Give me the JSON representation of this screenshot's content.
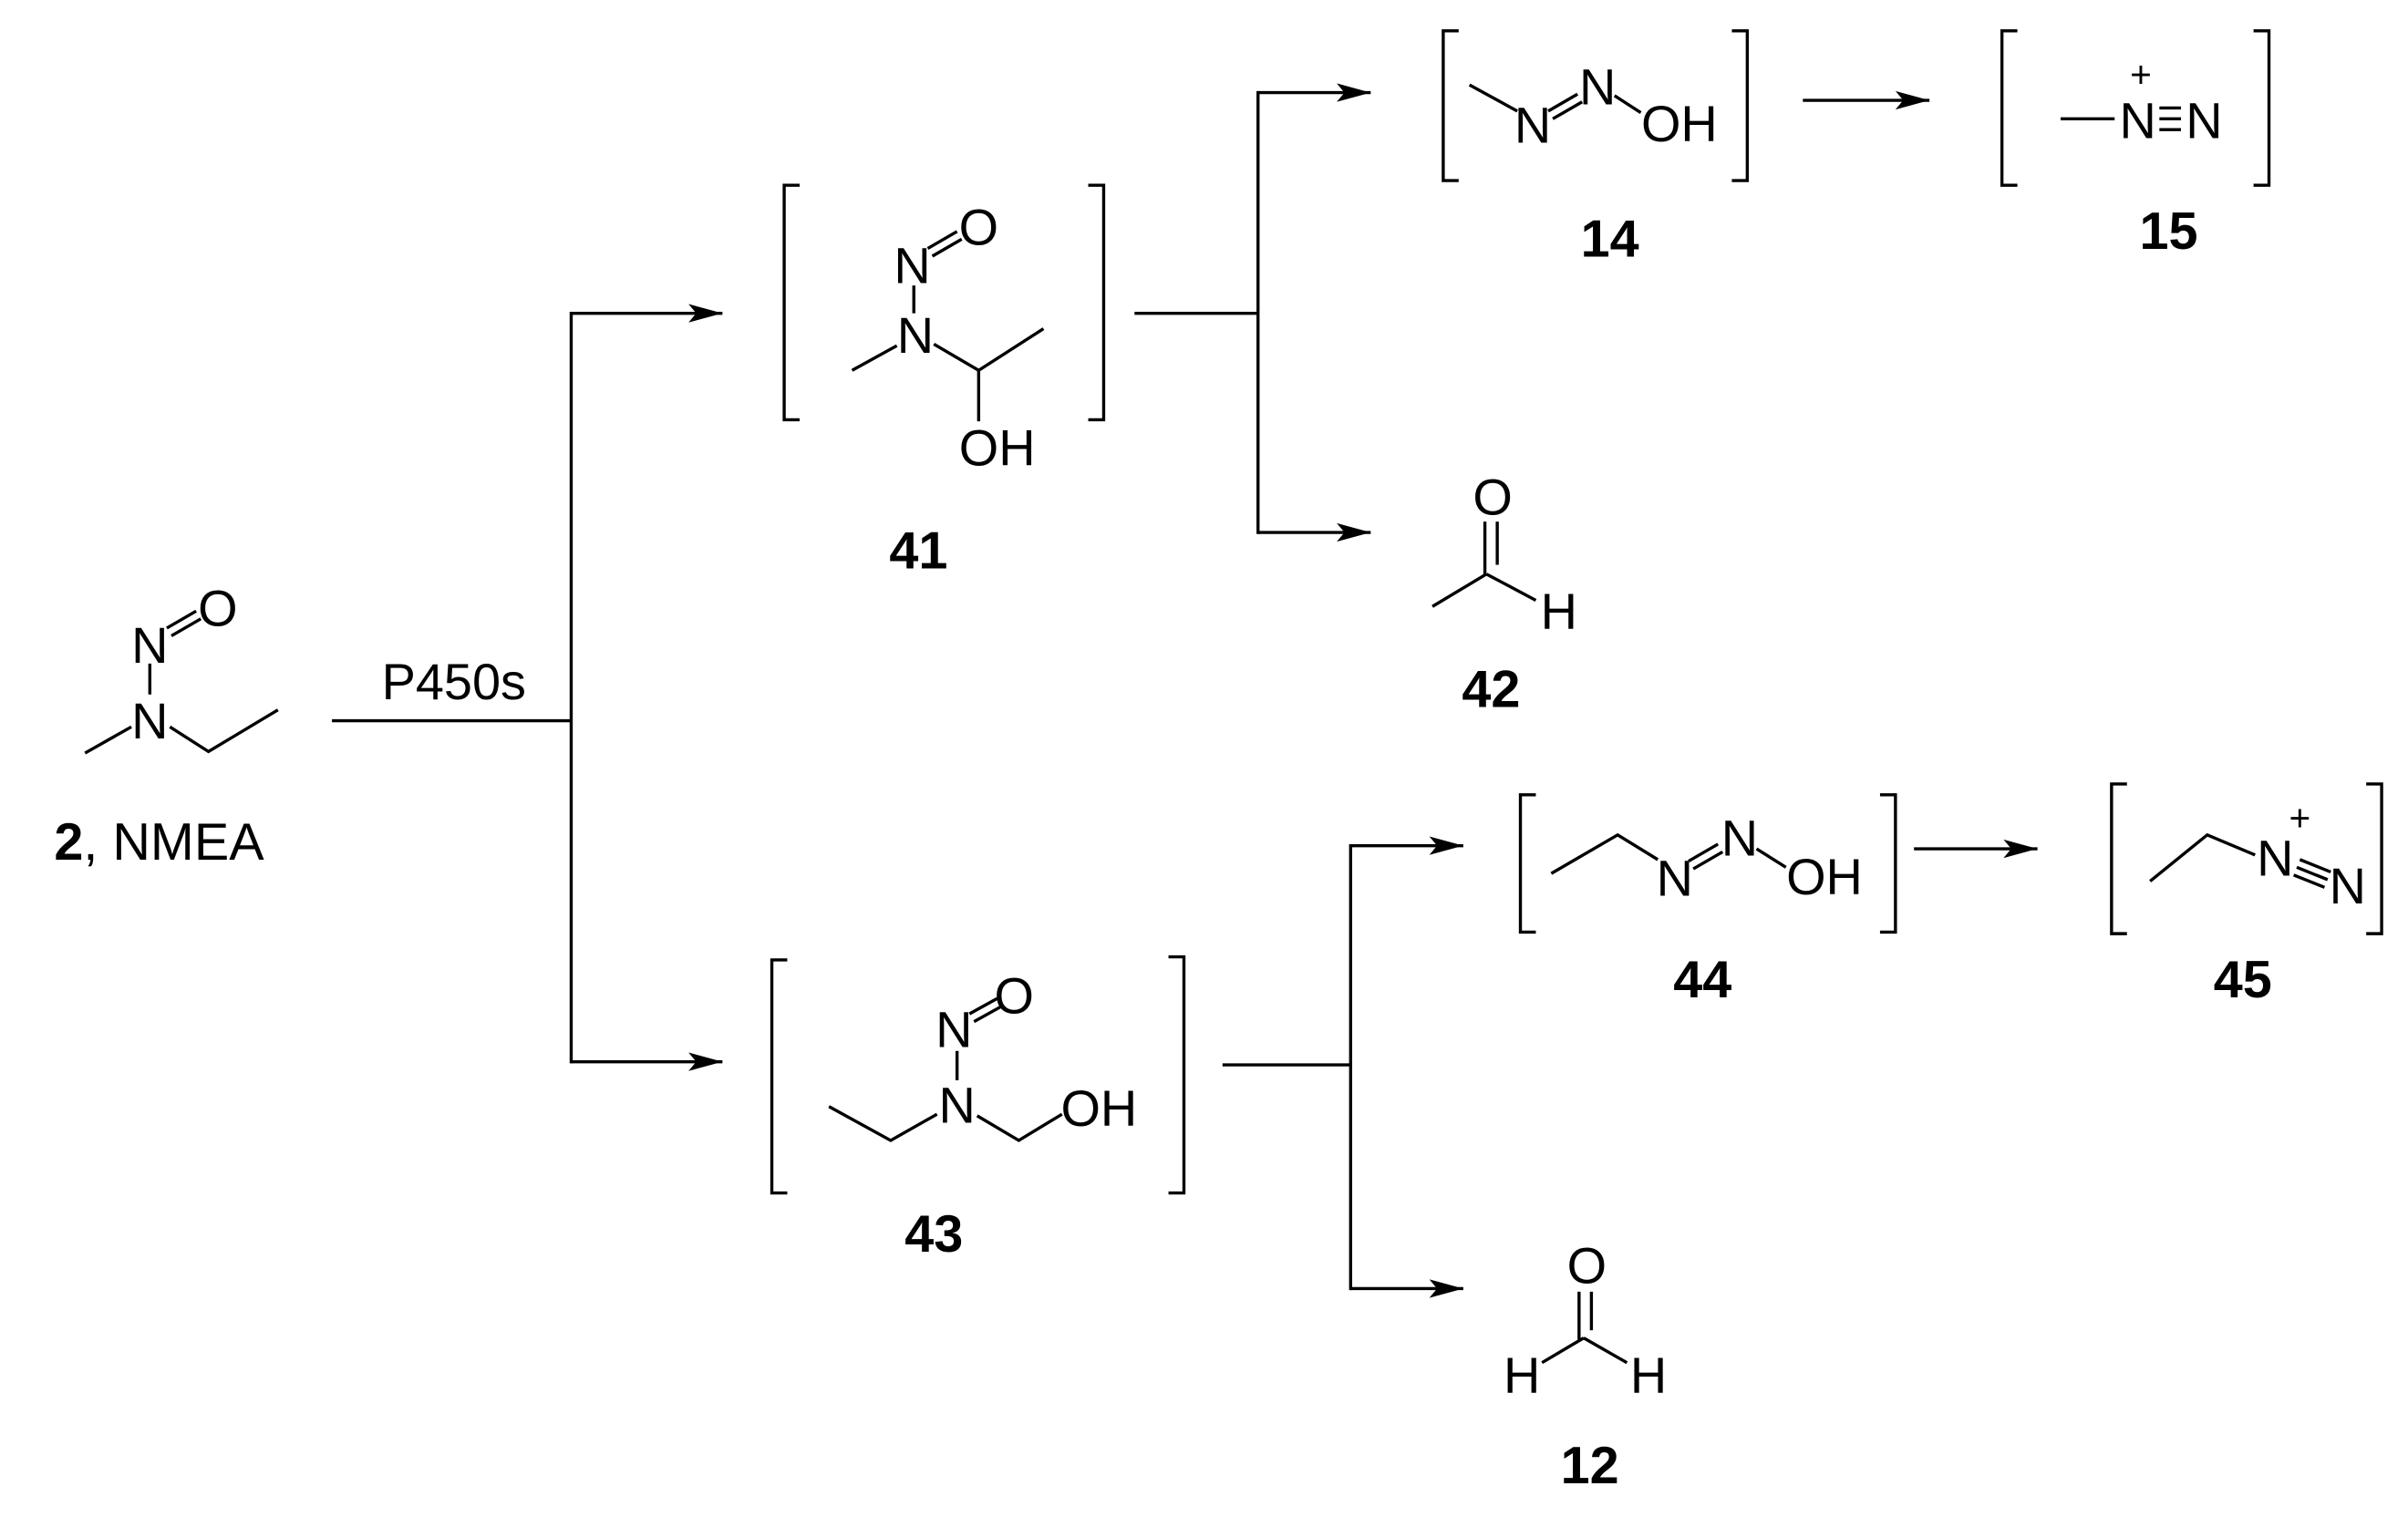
{
  "reagent": "P450s",
  "compounds": {
    "nmea": {
      "number": "2",
      "name": ", NMEA",
      "atoms": [
        "N",
        "O",
        "N"
      ]
    },
    "c41": {
      "number": "41",
      "atoms": [
        "N",
        "O",
        "N",
        "OH"
      ]
    },
    "c14": {
      "number": "14",
      "atoms": [
        "N",
        "N",
        "OH"
      ]
    },
    "c15": {
      "number": "15",
      "atoms": [
        "N",
        "+",
        "N"
      ]
    },
    "c42": {
      "number": "42",
      "atoms": [
        "O",
        "H"
      ]
    },
    "c43": {
      "number": "43",
      "atoms": [
        "N",
        "O",
        "N",
        "OH"
      ]
    },
    "c44": {
      "number": "44",
      "atoms": [
        "N",
        "N",
        "OH"
      ]
    },
    "c45": {
      "number": "45",
      "atoms": [
        "N",
        "+",
        "N"
      ]
    },
    "c12": {
      "number": "12",
      "atoms": [
        "O",
        "H",
        "H"
      ]
    }
  }
}
